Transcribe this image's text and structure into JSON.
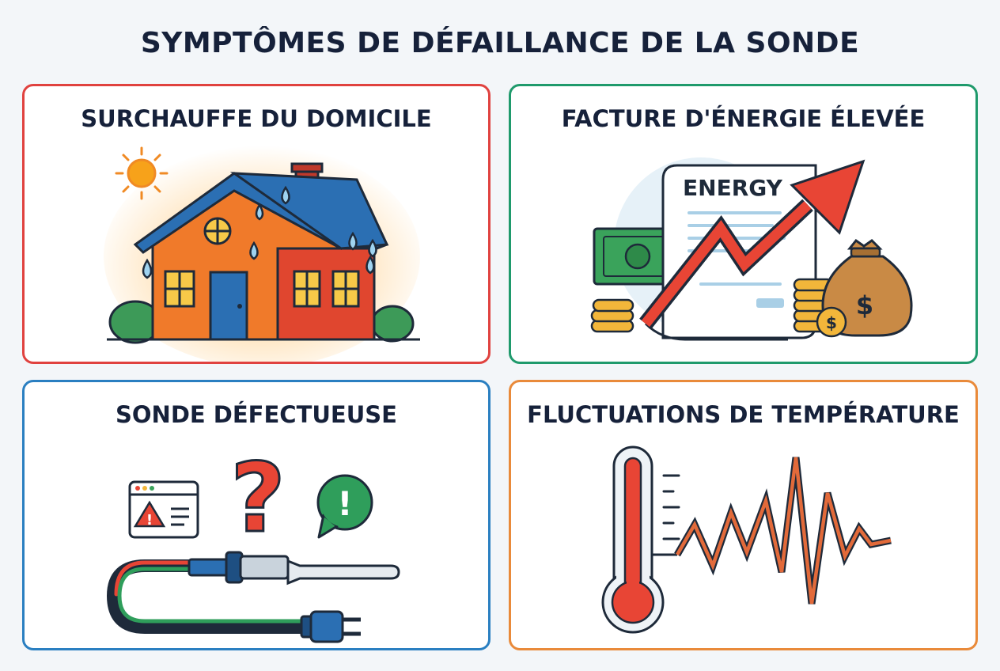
{
  "title": "SYMPTÔMES DE DÉFAILLANCE DE LA SONDE",
  "cards": [
    {
      "title": "SURCHAUFFE DU DOMICILE",
      "accent": "#e0423f",
      "icon": "overheating-house-icon"
    },
    {
      "title": "FACTURE D'ÉNERGIE ÉLEVÉE",
      "accent": "#1f9a6c",
      "icon": "energy-bill-icon",
      "bill_label": "ENERGY",
      "currency": "$"
    },
    {
      "title": "SONDE DÉFECTUEUSE",
      "accent": "#2a7fc1",
      "icon": "faulty-probe-icon",
      "question": "?",
      "alert": "!"
    },
    {
      "title": "FLUCTUATIONS DE TEMPÉRATURE",
      "accent": "#e98a3a",
      "icon": "thermometer-fluctuation-icon"
    }
  ]
}
